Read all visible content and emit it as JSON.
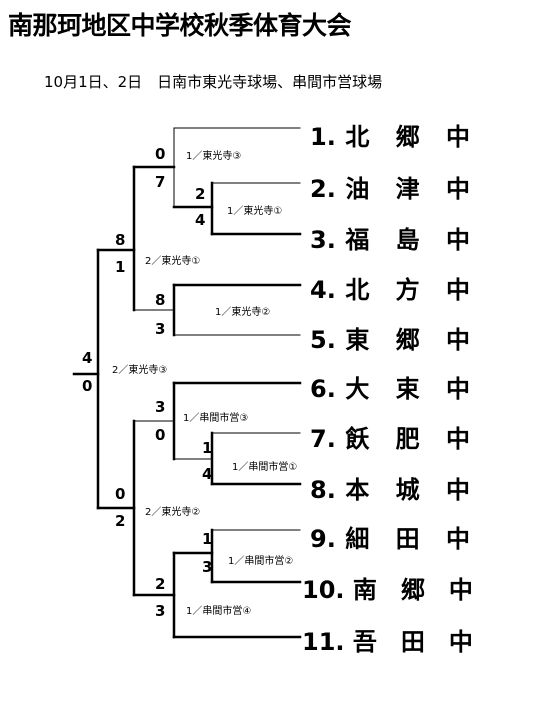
{
  "title": "南那珂地区中学校秋季体育大会",
  "subtitle": "10月1日、2日　日南市東光寺球場、串間市営球場",
  "teams": [
    "1. 北　郷　中",
    "2. 油　津　中",
    "3. 福　島　中",
    "4. 北　方　中",
    "5. 東　郷　中",
    "6. 大　束　中",
    "7. 飫　肥　中",
    "8. 本　城　中",
    "9. 細　田　中",
    "10. 南　郷　中",
    "11. 吾　田　中"
  ],
  "scores": {
    "m1_top": "2",
    "m1_bottom": "4",
    "m2_top": "1",
    "m2_bottom": "4",
    "m3_top": "1",
    "m3_bottom": "3",
    "q1_top": "0",
    "q1_bottom": "7",
    "q2_top": "8",
    "q2_bottom": "3",
    "q3_top": "3",
    "q3_bottom": "0",
    "q4_top": "2",
    "q4_bottom": "3",
    "s1_top": "8",
    "s1_bottom": "1",
    "s2_top": "0",
    "s2_bottom": "2",
    "f_top": "4",
    "f_bottom": "0"
  },
  "venues": {
    "q1": "1／東光寺③",
    "m1": "1／東光寺①",
    "s1": "2／東光寺①",
    "q2": "1／東光寺②",
    "f": "2／東光寺③",
    "q3": "1／串間市営③",
    "m2": "1／串間市営①",
    "s2": "2／東光寺②",
    "m3": "1／串間市営②",
    "q4": "1／串間市営④"
  }
}
